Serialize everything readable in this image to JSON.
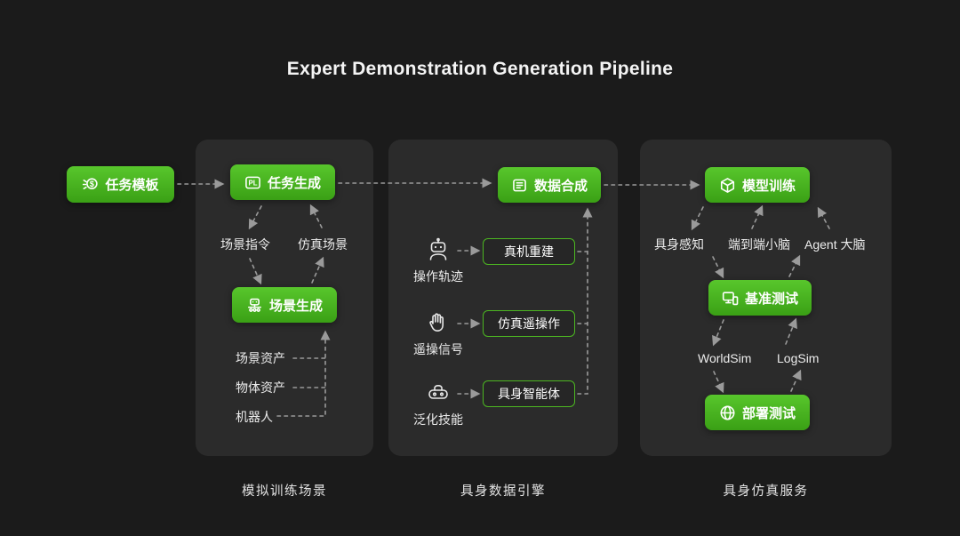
{
  "title": "Expert Demonstration Generation Pipeline",
  "colors": {
    "background": "#1b1b1b",
    "panel": "#2b2b2b",
    "accent_green": "#3aa015",
    "outline_green": "#4cb621",
    "arrow": "#9a9a9a",
    "text": "#f0f0f0"
  },
  "icons": {
    "pl_text": "PL"
  },
  "start": {
    "label": "任务模板"
  },
  "panel1": {
    "caption": "模拟训练场景",
    "task_gen": "任务生成",
    "scene_cmd": "场景指令",
    "sim_scene": "仿真场景",
    "scene_gen": "场景生成",
    "assets": [
      "场景资产",
      "物体资产",
      "机器人"
    ]
  },
  "panel2": {
    "caption": "具身数据引擎",
    "data_syn": "数据合成",
    "rows": [
      {
        "source": "操作轨迹",
        "target": "真机重建"
      },
      {
        "source": "遥操信号",
        "target": "仿真遥操作"
      },
      {
        "source": "泛化技能",
        "target": "具身智能体"
      }
    ]
  },
  "panel3": {
    "caption": "具身仿真服务",
    "model_train": "模型训练",
    "brains": [
      "具身感知",
      "端到端小脑",
      "Agent 大脑"
    ],
    "benchmark": "基准测试",
    "sims": [
      "WorldSim",
      "LogSim"
    ],
    "deploy": "部署测试"
  }
}
